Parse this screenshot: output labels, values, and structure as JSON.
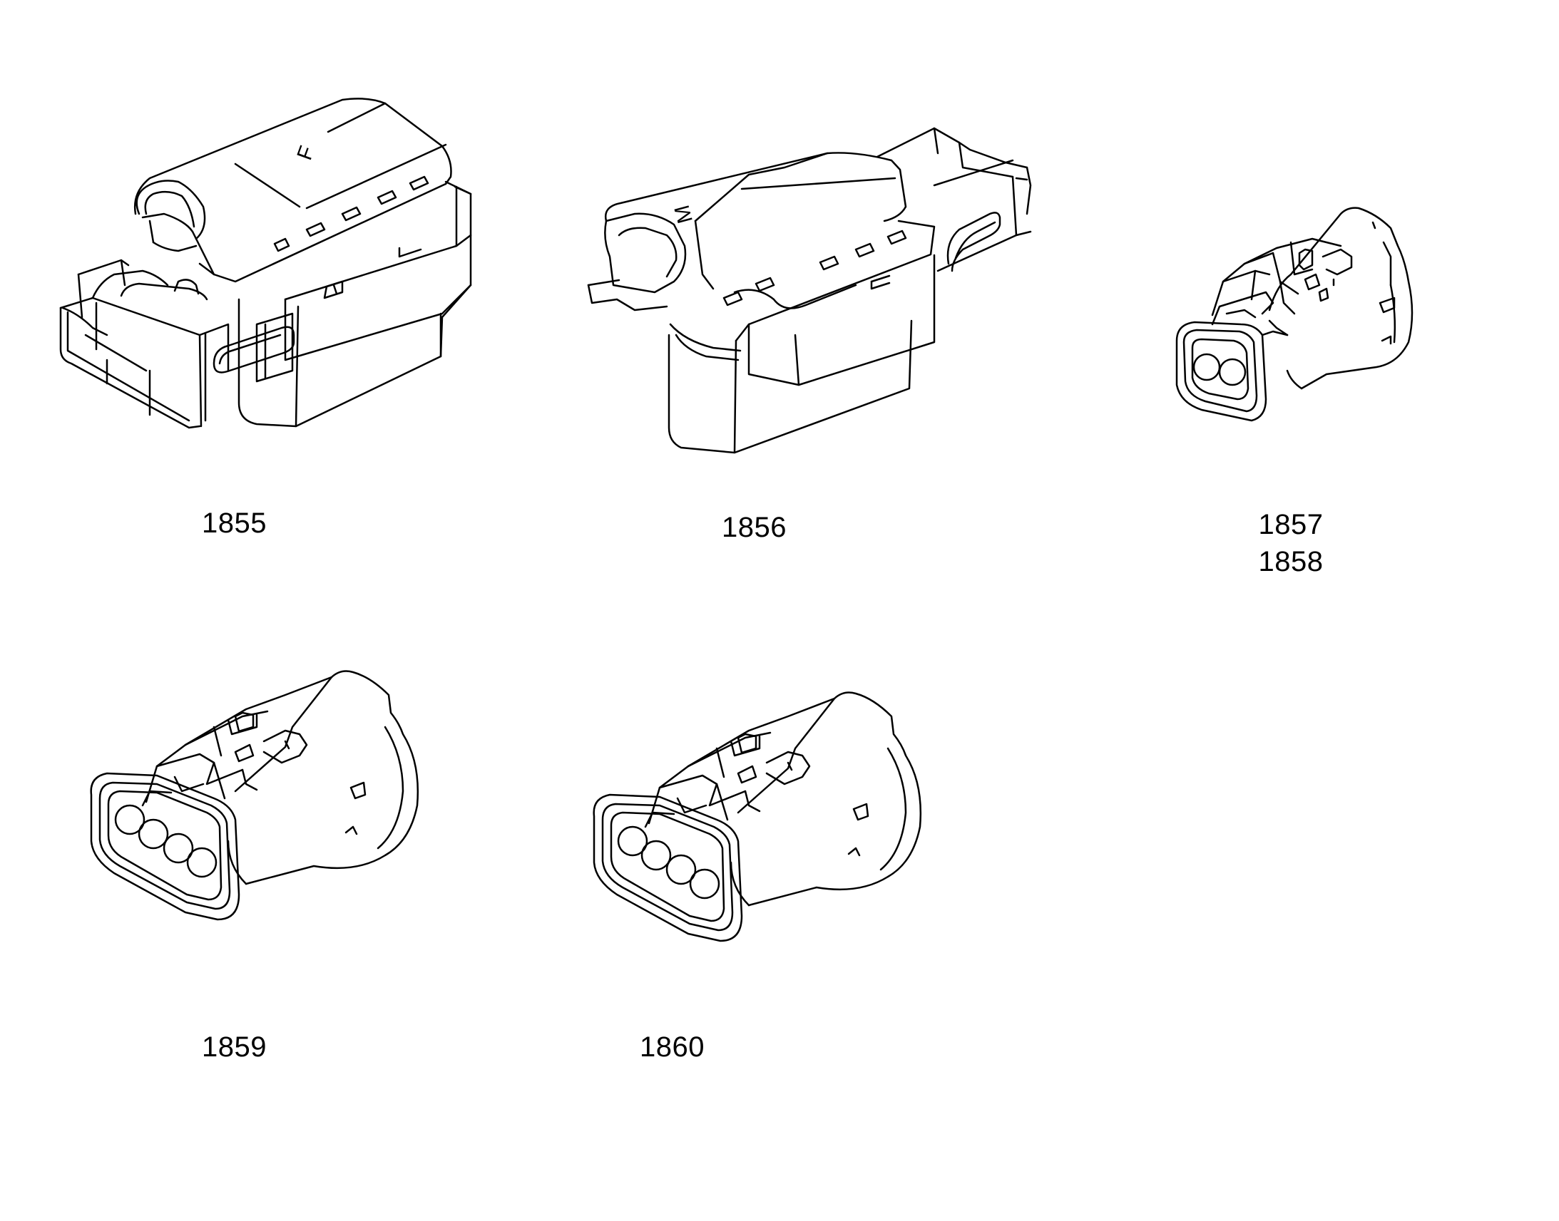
{
  "connectors": [
    {
      "id": "c1855",
      "labels": [
        "1855"
      ],
      "housing_mark": "F"
    },
    {
      "id": "c1856",
      "labels": [
        "1856"
      ],
      "housing_mark": "M"
    },
    {
      "id": "c1857",
      "labels": [
        "1857",
        "1858"
      ]
    },
    {
      "id": "c1859",
      "labels": [
        "1859"
      ]
    },
    {
      "id": "c1860",
      "labels": [
        "1860"
      ]
    }
  ],
  "line_color": "#000000",
  "background": "#ffffff"
}
